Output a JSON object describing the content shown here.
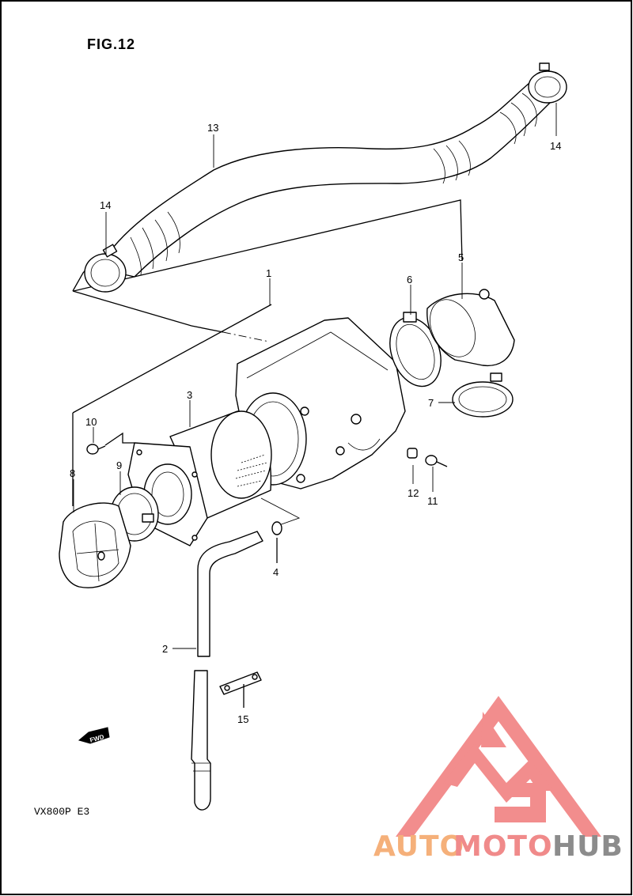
{
  "figure": {
    "title": "FIG.12"
  },
  "callouts": [
    {
      "id": "1",
      "label": "1"
    },
    {
      "id": "2",
      "label": "2"
    },
    {
      "id": "3",
      "label": "3"
    },
    {
      "id": "4",
      "label": "4"
    },
    {
      "id": "5",
      "label": "5"
    },
    {
      "id": "6",
      "label": "6"
    },
    {
      "id": "7",
      "label": "7"
    },
    {
      "id": "8",
      "label": "8"
    },
    {
      "id": "9",
      "label": "9"
    },
    {
      "id": "10",
      "label": "10"
    },
    {
      "id": "11",
      "label": "11"
    },
    {
      "id": "12",
      "label": "12"
    },
    {
      "id": "13",
      "label": "13"
    },
    {
      "id": "14a",
      "label": "14"
    },
    {
      "id": "14b",
      "label": "14"
    },
    {
      "id": "15",
      "label": "15"
    }
  ],
  "direction": {
    "label": "FWD",
    "icon": "forward-arrow-icon"
  },
  "model_code": "VX800P E3",
  "watermark": {
    "auto": "AUTO",
    "moto": "MOTO",
    "hub": "HUB",
    "colors": {
      "auto": "#f5b07a",
      "moto": "#f08a8a",
      "hub": "#8c8c8c",
      "logo": "#f07a7a"
    }
  }
}
